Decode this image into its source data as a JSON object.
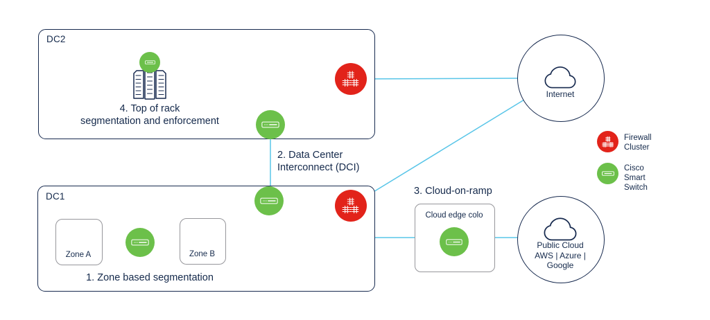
{
  "colors": {
    "green": "#6cc04a",
    "red": "#e2231a",
    "navy": "#16294e",
    "connector_blue": "#58c5e8",
    "gray_border": "#96969b"
  },
  "dc2": {
    "label": "DC2",
    "caption_lines": [
      "4. Top of rack",
      "segmentation and enforcement"
    ]
  },
  "dci": {
    "lines": [
      "2. Data Center",
      "Interconnect (DCI)"
    ]
  },
  "dc1": {
    "label": "DC1",
    "zone_a": "Zone A",
    "zone_b": "Zone B",
    "caption": "1. Zone based segmentation"
  },
  "cloud_on_ramp": {
    "title": "3. Cloud-on-ramp",
    "colo_label": "Cloud edge colo"
  },
  "internet": {
    "label": "Internet"
  },
  "public_cloud": {
    "lines": [
      "Public Cloud",
      "AWS | Azure |",
      "Google"
    ]
  },
  "legend": {
    "firewall_lines": [
      "Firewall",
      "Cluster"
    ],
    "switch_lines": [
      "Cisco",
      "Smart",
      "Switch"
    ]
  }
}
